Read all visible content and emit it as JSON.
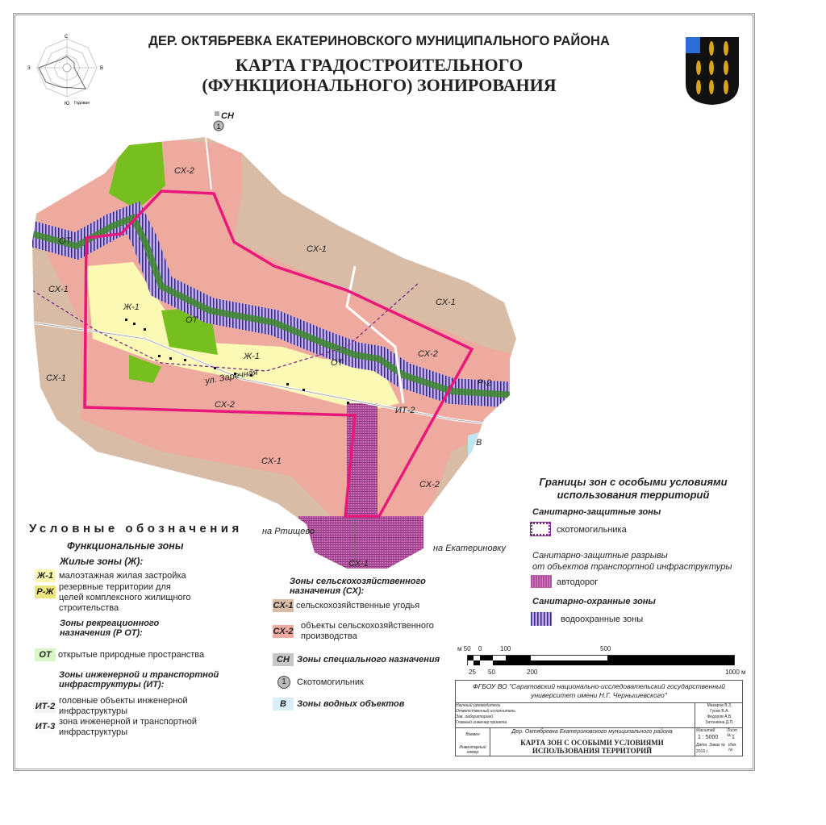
{
  "header": {
    "subtitle": "ДЕР. ОКТЯБРЕВКА ЕКАТЕРИНОВСКОГО МУНИЦИПАЛЬНОГО РАЙОНА",
    "title_line1": "КАРТА ГРАДОСТРОИТЕЛЬНОГО",
    "title_line2": "(ФУНКЦИОНАЛЬНОГО) ЗОНИРОВАНИЯ"
  },
  "wind_rose": {
    "north": "С",
    "south": "Ю",
    "east": "В",
    "west": "З",
    "legend": "Годовая"
  },
  "map_labels": {
    "sn": "СН",
    "ot1": "ОТ",
    "ot2": "ОТ",
    "ot3": "ОТ",
    "sx2_top": "СХ-2",
    "sx1_ne": "СХ-1",
    "sx1_e": "СХ-1",
    "sx1_w": "СХ-1",
    "sx1_sw": "СХ-1",
    "zh1_a": "Ж-1",
    "zh1_b": "Ж-1",
    "sx2_e": "СХ-2",
    "sx2_s": "СХ-2",
    "sx2_se": "СХ-2",
    "sx1_s": "СХ-1",
    "sx1_bottom": "СХ-1",
    "r2": "Р-2",
    "it2": "ИТ-2",
    "v": "В",
    "street": "ул. Заречная",
    "road_west": "на Ртищево",
    "road_east": "на Екатериновку"
  },
  "legend": {
    "title": "Условные обозначения",
    "functional": "Функциональные зоны",
    "residential": "Жилые зоны (Ж):",
    "items_left": [
      {
        "code": "Ж-1",
        "text": "малоэтажная жилая застройка",
        "color": "#fbf9b4"
      },
      {
        "code": "Р-Ж",
        "text": "резервные территории для целей комплексного жилищного строительства",
        "color": "#f1ec8a"
      }
    ],
    "recreation": "Зоны рекреационного назначения (Р ОТ):",
    "ot": {
      "code": "ОТ",
      "text": "открытые природные пространства",
      "color": "#d9f7c6"
    },
    "infra": "Зоны инженерной и транспортной инфраструктуры (ИТ):",
    "items_infra": [
      {
        "code": "ИТ-2",
        "text": "головные объекты инженерной инфраструктуры"
      },
      {
        "code": "ИТ-3",
        "text": "зона инженерной и транспортной инфраструктуры"
      }
    ],
    "agri": "Зоны сельскохозяйственного назначения (СХ):",
    "items_agri": [
      {
        "code": "СХ-1",
        "text": "сельскохозяйственные угодья",
        "color": "#d9bca5"
      },
      {
        "code": "СХ-2",
        "text": "объекты сельскохозяйственного производства",
        "color": "#f0aaa0"
      }
    ],
    "sn": {
      "code": "СН",
      "text": "Зоны специального назначения"
    },
    "cattle": {
      "text": "Скотомогильник"
    },
    "water": {
      "code": "В",
      "text": "Зоны водных объектов"
    }
  },
  "special_legend": {
    "title_line1": "Границы зон с особыми условиями",
    "title_line2": "использования территорий",
    "sanitary": "Санитарно-защитные зоны",
    "cattle": "скотомогильника",
    "gaps_line1": "Санитарно-защитные разрывы",
    "gaps_line2": "от объектов транспортной инфраструктуры",
    "roads": "автодорог",
    "protect": "Санитарно-охранные зоны",
    "water": "водоохранные зоны"
  },
  "scale_bar": {
    "top": [
      "м 50",
      "0",
      "100",
      "500"
    ],
    "bottom": [
      "25",
      "50",
      "200",
      "1000 м"
    ]
  },
  "title_block": {
    "org_line1": "ФГБОУ ВО \"Саратовский национально-исследовательский государственный",
    "org_line2": "университет имени Н.Г. Чернышевского\"",
    "roles": [
      "Научный руководитель",
      "Ответственный исполнитель",
      "Зав. лабораторией",
      "Главный инженер проекта"
    ],
    "names": [
      "Макаров В.З.",
      "Гусев В.А.",
      "Федоров А.В.",
      "Затонкина Д.П."
    ],
    "place": "Дер. Октябревка Екатериновского муниципального района",
    "sheet_title_1": "КАРТА ЗОН С ОСОБЫМИ УСЛОВИЯМИ",
    "sheet_title_2": "ИСПОЛЬЗОВАНИЯ ТЕРРИТОРИЙ",
    "left1": "Взамен",
    "left2": "Инвентарный номер",
    "scale_label": "Масштаб",
    "scale": "1 : 5000",
    "sheet_label": "Лист №",
    "sheet": "1",
    "date_label": "Дата",
    "order_label": "Заказ №",
    "inv_label": "Инв. №",
    "year": "2016 г."
  }
}
